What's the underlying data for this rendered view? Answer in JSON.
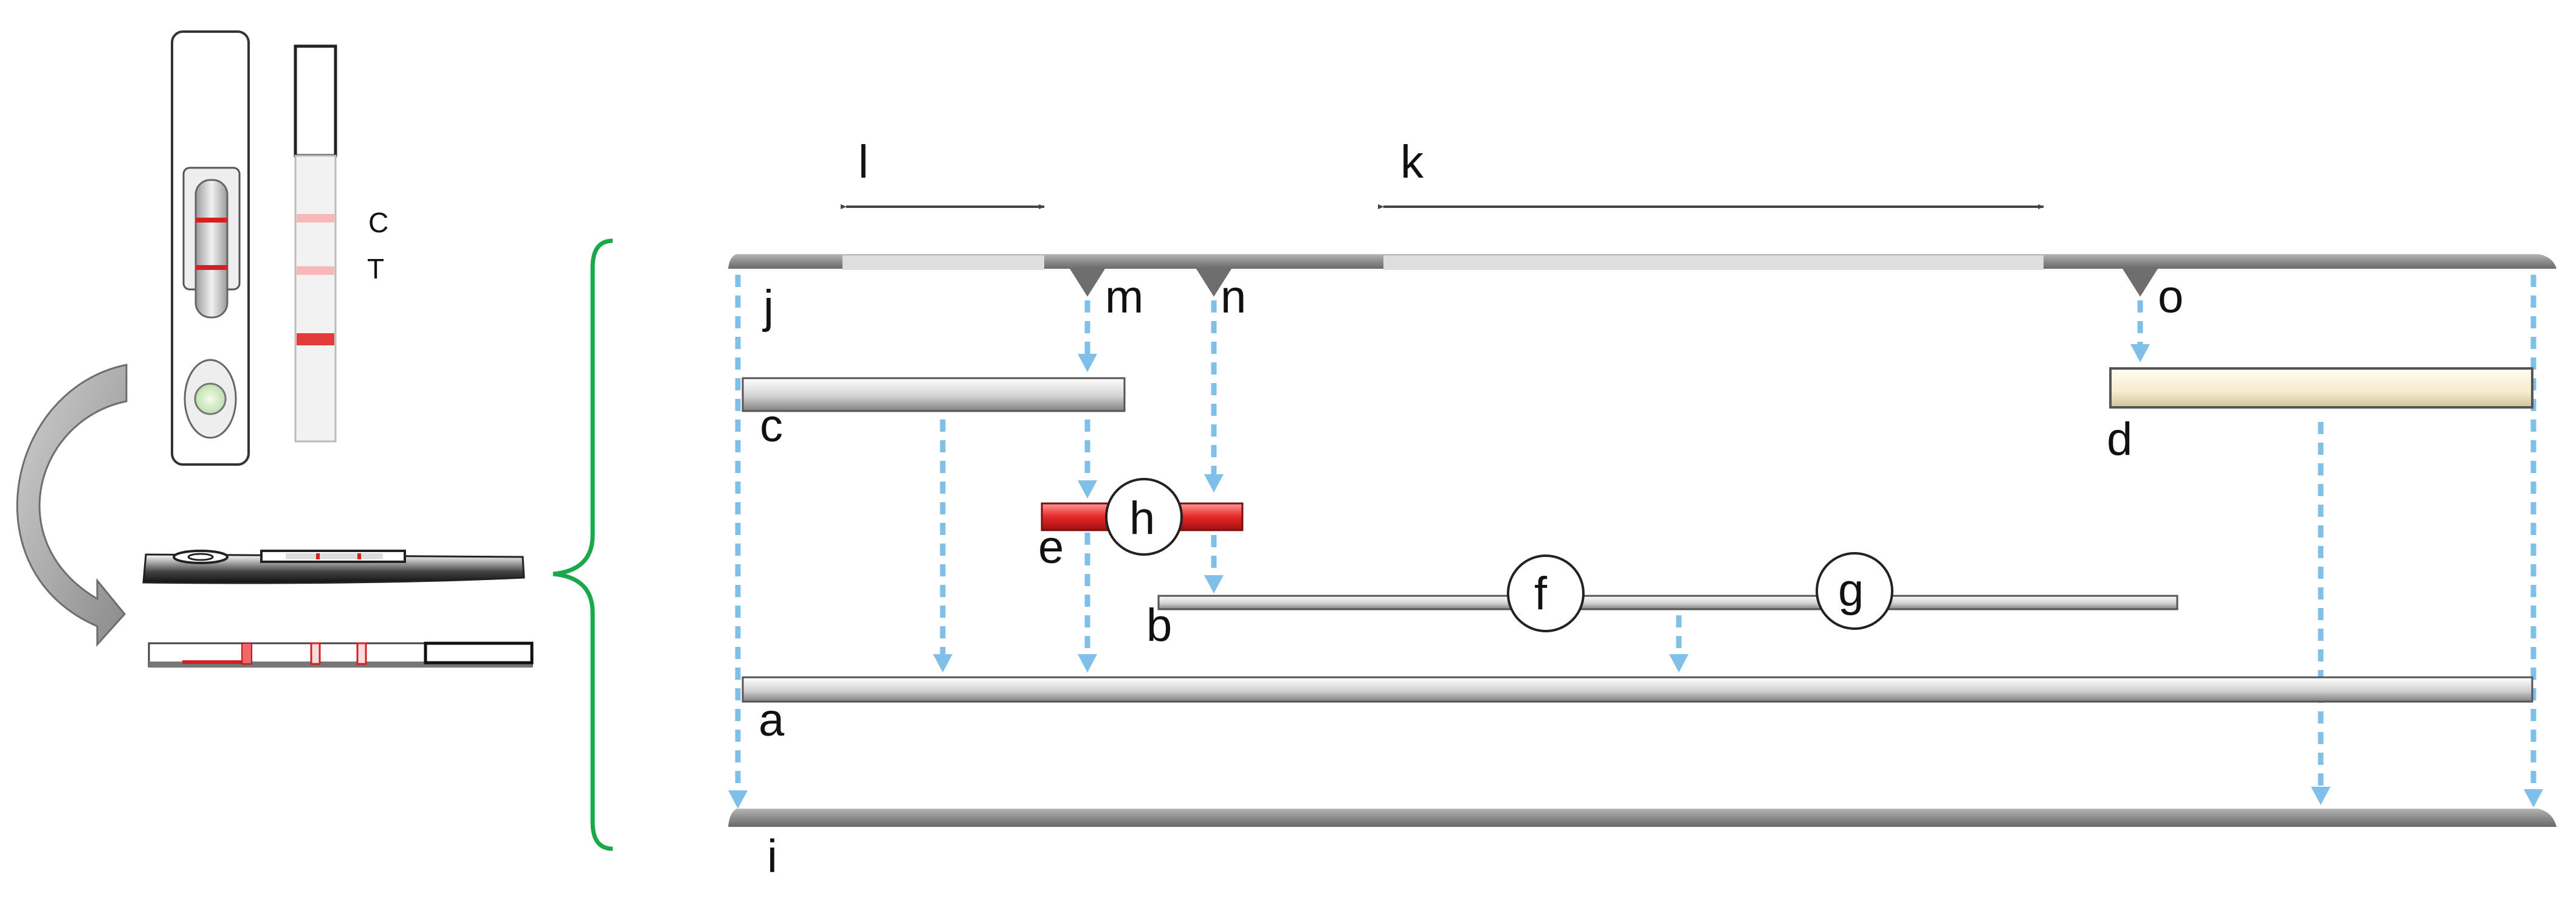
{
  "labels": {
    "a": "a",
    "b": "b",
    "c": "c",
    "d": "d",
    "e": "e",
    "f": "f",
    "g": "g",
    "h": "h",
    "i": "i",
    "j": "j",
    "k": "k",
    "l": "l",
    "m": "m",
    "n": "n",
    "o": "o"
  },
  "cassette": {
    "control": "C",
    "test": "T"
  },
  "colors": {
    "arrow": "#7fbfe8",
    "test_line": "#d81e1e",
    "bracket": "#1aa84a",
    "absorbent_pad": "#f6eccd",
    "backing": "#8a8a8a"
  }
}
